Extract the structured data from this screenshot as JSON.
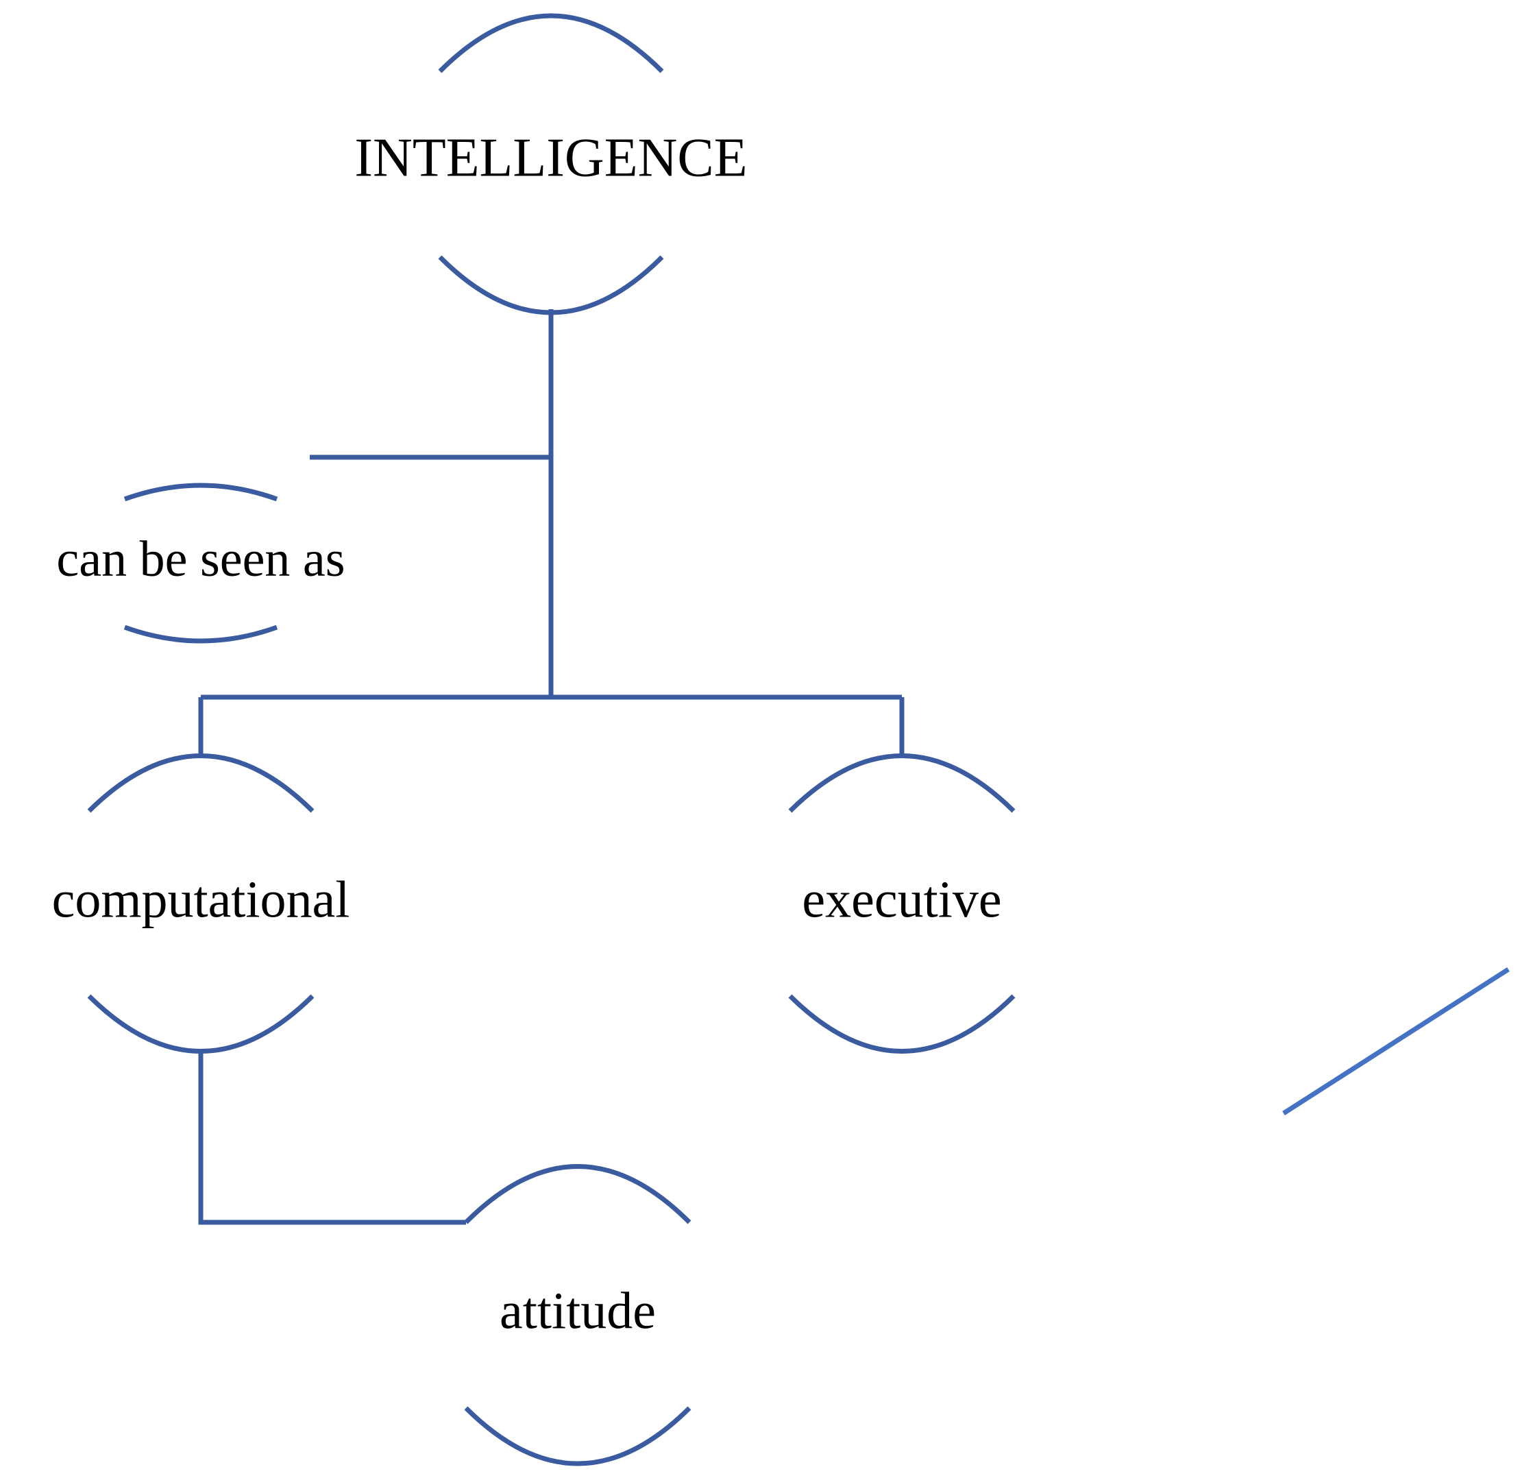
{
  "colors": {
    "line": "#3A5BA0",
    "stray_line": "#4472C4",
    "text": "#000000"
  },
  "nodes": {
    "intelligence": {
      "label": "INTELLIGENCE"
    },
    "can_be_seen_as": {
      "label": "can be seen as"
    },
    "computational": {
      "label": "computational"
    },
    "executive": {
      "label": "executive"
    },
    "attitude": {
      "label": "attitude"
    }
  }
}
